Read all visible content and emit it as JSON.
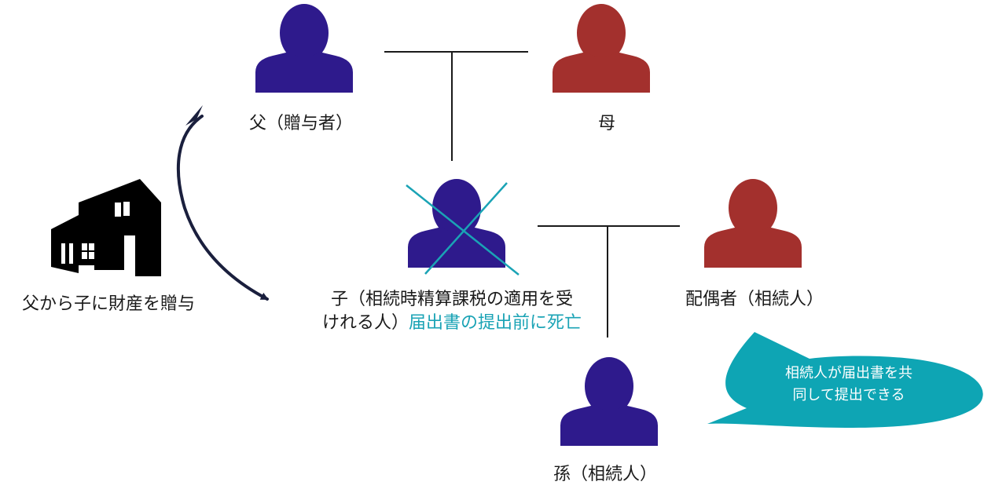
{
  "colors": {
    "father": "#2e1a8c",
    "mother": "#a3302d",
    "child": "#2e1a8c",
    "spouse": "#a3302d",
    "grandchild": "#2e1a8c",
    "line": "#1a1a1a",
    "cross": "#1aa3b5",
    "bubble": "#0ea5b4",
    "arrow": "#1a1f3d",
    "house": "#000000"
  },
  "nodes": {
    "father": {
      "label": "父（贈与者）",
      "icon": "person-icon"
    },
    "mother": {
      "label": "母",
      "icon": "person-icon"
    },
    "child": {
      "label_line1": "子（相続時精算課税の適用を受",
      "label_line2_prefix": "けれる人）",
      "label_line2_note": "届出書の提出前に死亡",
      "icon": "person-icon",
      "crossed_out": true
    },
    "spouse": {
      "label": "配偶者（相続人）",
      "icon": "person-icon"
    },
    "grandchild": {
      "label": "孫（相続人）",
      "icon": "person-icon"
    }
  },
  "gift": {
    "label": "父から子に財産を贈与",
    "icon": "house-icon"
  },
  "callout": {
    "line1": "相続人が届出書を共",
    "line2": "同して提出できる"
  }
}
